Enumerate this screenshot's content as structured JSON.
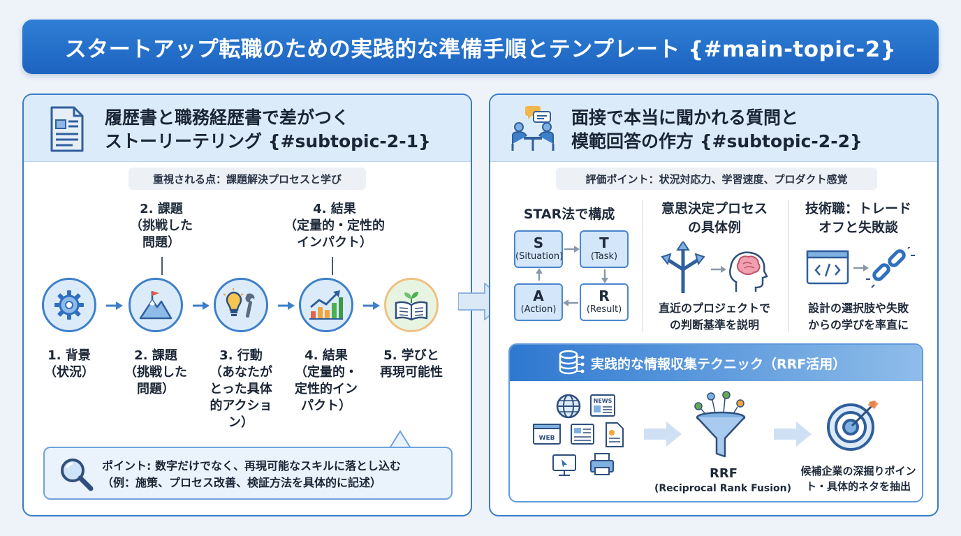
{
  "title": "スタートアップ転職のための実践的な準備手順とテンプレート {#main-topic-2}",
  "left": {
    "title_line1": "履歴書と職務経歴書で差がつく",
    "title_line2": "ストーリーテリング {#subtopic-2-1}",
    "focus": "重視される点：課題解決プロセスと学び",
    "top_labels": [
      {
        "l1": "2. 課題",
        "l2": "（挑戦した",
        "l3": "問題）"
      },
      {
        "l1": "4. 結果",
        "l2": "（定量的・定性的",
        "l3": "インパクト）"
      }
    ],
    "steps": [
      {
        "l1": "1. 背景",
        "l2": "（状況）",
        "l3": "",
        "l4": "",
        "l5": "",
        "icon": "gear-icon"
      },
      {
        "l1": "2. 課題",
        "l2": "（挑戦した",
        "l3": "問題）",
        "l4": "",
        "l5": "",
        "icon": "mountain-flag-icon"
      },
      {
        "l1": "3. 行動",
        "l2": "（あなたが",
        "l3": "とった具体",
        "l4": "的アクショ",
        "l5": "ン）",
        "icon": "lightbulb-wrench-icon"
      },
      {
        "l1": "4. 結果",
        "l2": "（定量的・",
        "l3": "定性的イン",
        "l4": "パクト）",
        "l5": "",
        "icon": "chart-up-icon"
      },
      {
        "l1": "5. 学びと",
        "l2": "再現可能性",
        "l3": "",
        "l4": "",
        "l5": "",
        "icon": "book-sprout-icon"
      }
    ],
    "point_line1": "ポイント: 数字だけでなく、再現可能なスキルに落とし込む",
    "point_line2": "（例：施策、プロセス改善、検証方法を具体的に記述）"
  },
  "right": {
    "title_line1": "面接で本当に聞かれる質問と",
    "title_line2": "模範回答の作方 {#subtopic-2-2}",
    "focus": "評価ポイント：状況対応力、学習速度、プロダクト感覚",
    "star": {
      "title": "STAR法で構成",
      "boxes": [
        {
          "letter": "S",
          "word": "(Situation)"
        },
        {
          "letter": "T",
          "word": "(Task)"
        },
        {
          "letter": "R",
          "word": "(Result)"
        },
        {
          "letter": "A",
          "word": "(Action)"
        }
      ]
    },
    "decision": {
      "title_l1": "意思決定プロセス",
      "title_l2": "の具体例",
      "desc_l1": "直近のプロジェクトで",
      "desc_l2": "の判断基準を説明"
    },
    "tech": {
      "title_l1": "技術職：トレード",
      "title_l2": "オフと失敗談",
      "desc_l1": "設計の選択肢や失敗",
      "desc_l2": "からの学びを率直に"
    },
    "rrf": {
      "title": "実践的な情報収集テクニック（RRF活用）",
      "news_label": "NEWS",
      "web_label": "WEB",
      "name": "RRF",
      "sub": "(Reciprocal Rank Fusion)",
      "out_l1": "候補企業の深掘りポイン",
      "out_l2": "ト・具体的ネタを抽出"
    }
  }
}
